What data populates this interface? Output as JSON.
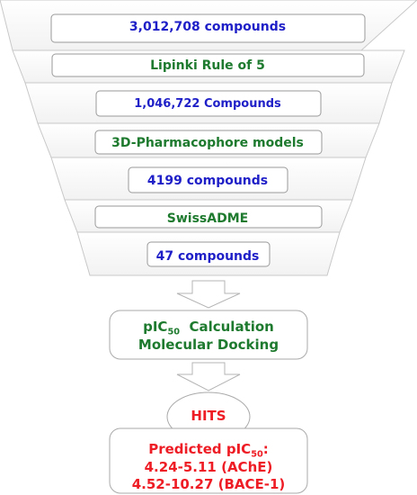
{
  "colors": {
    "count": "#1f1fc8",
    "filter": "#1e7a2e",
    "hit": "#ee1c24",
    "border": "#c8c8c8"
  },
  "funnel": [
    {
      "text": "3,012,708 compounds",
      "kind": "count"
    },
    {
      "text": "Lipinki Rule of 5",
      "kind": "filter"
    },
    {
      "text": "1,046,722  Compounds",
      "kind": "count"
    },
    {
      "text": "3D-Pharmacophore models",
      "kind": "filter"
    },
    {
      "text": "4199 compounds",
      "kind": "count"
    },
    {
      "text": "SwissADME",
      "kind": "filter"
    },
    {
      "text": "47 compounds",
      "kind": "count"
    }
  ],
  "calc_box": {
    "line1_prefix": "pIC",
    "line1_sub": "50",
    "line1_suffix": "  Calculation",
    "line2": "Molecular Docking"
  },
  "hits": {
    "label": "HITS"
  },
  "result_box": {
    "line1_prefix": "Predicted pIC",
    "line1_sub": "50",
    "line1_suffix": ":",
    "line2": "4.24-5.11 (AChE)",
    "line3": "4.52-10.27 (BACE-1)"
  }
}
